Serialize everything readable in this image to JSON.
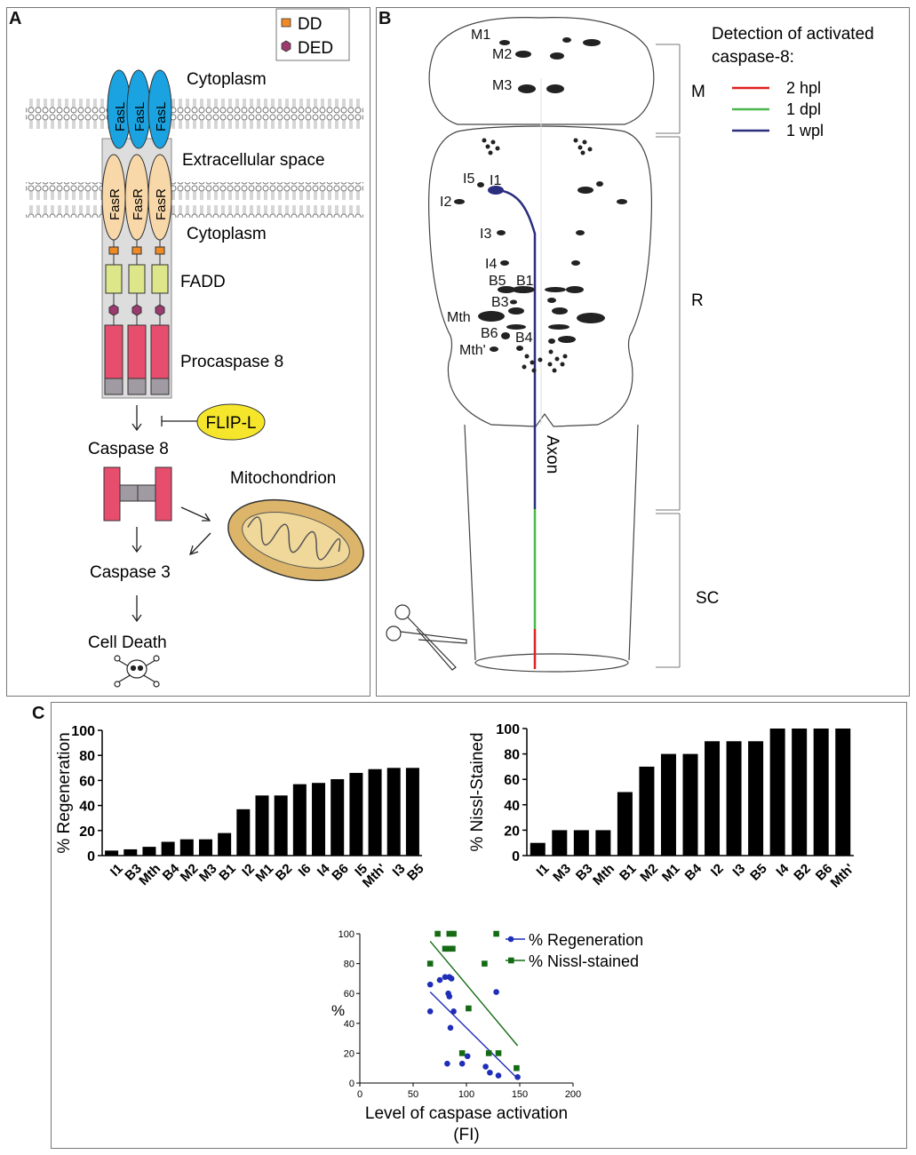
{
  "panels": {
    "a": "A",
    "b": "B",
    "c": "C"
  },
  "panel_a": {
    "legend": {
      "dd": "DD",
      "ded": "DED"
    },
    "receptor_ligand": "FasL",
    "receptor": "FasR",
    "labels": {
      "cytoplasm_top": "Cytoplasm",
      "extracellular": "Extracellular space",
      "cytoplasm_bottom": "Cytoplasm",
      "fadd": "FADD",
      "procaspase": "Procaspase 8",
      "flip": "FLIP-L",
      "caspase8": "Caspase 8",
      "mitochondrion": "Mitochondrion",
      "caspase3": "Caspase 3",
      "cell_death": "Cell Death"
    },
    "colors": {
      "fasl": "#1aa3e0",
      "fasr": "#f8d7a8",
      "dd": "#f08a24",
      "ded": "#9b3a6e",
      "fadd": "#dde689",
      "procaspase": "#e74e6e",
      "flip": "#f5e62b",
      "mitochondrion": "#dcb56a"
    }
  },
  "panel_b": {
    "legend_title_1": "Detection of  activated",
    "legend_title_2": "caspase-8:",
    "legend": [
      {
        "label": "2 hpl",
        "color": "#e02020"
      },
      {
        "label": "1 dpl",
        "color": "#4cb84c"
      },
      {
        "label": "1 wpl",
        "color": "#2b2d7e"
      }
    ],
    "regions": {
      "m": "M",
      "r": "R",
      "sc": "SC"
    },
    "axon": "Axon",
    "neurons": {
      "m1": "M1",
      "m2": "M2",
      "m3": "M3",
      "i5": "I5",
      "i1": "I1",
      "i2": "I2",
      "i3": "I3",
      "i4": "I4",
      "b5": "B5",
      "b1": "B1",
      "b3": "B3",
      "mth": "Mth",
      "b6": "B6",
      "b4": "B4",
      "mthp": "Mth'"
    }
  },
  "chart_data": [
    {
      "type": "bar",
      "ylabel": "% Regeneration",
      "ylim": [
        0,
        100
      ],
      "yticks": [
        "0",
        "20",
        "40",
        "60",
        "80",
        "100"
      ],
      "categories": [
        "I1",
        "B3",
        "Mth",
        "B4",
        "M2",
        "M3",
        "B1",
        "I2",
        "M1",
        "B2",
        "I6",
        "I4",
        "B6",
        "I5",
        "Mth'",
        "I3",
        "B5"
      ],
      "values": [
        4,
        5,
        7,
        11,
        13,
        13,
        18,
        37,
        48,
        48,
        57,
        58,
        61,
        66,
        69,
        70,
        70
      ]
    },
    {
      "type": "bar",
      "ylabel": "% Nissl-Stained",
      "ylim": [
        0,
        100
      ],
      "yticks": [
        "0",
        "20",
        "40",
        "60",
        "80",
        "100"
      ],
      "categories": [
        "I1",
        "M3",
        "B3",
        "Mth",
        "B1",
        "M2",
        "M1",
        "B4",
        "I2",
        "I3",
        "B5",
        "I4",
        "B2",
        "B6",
        "Mth'"
      ],
      "values": [
        10,
        20,
        20,
        20,
        50,
        70,
        80,
        80,
        90,
        90,
        90,
        100,
        100,
        100,
        100
      ]
    },
    {
      "type": "scatter",
      "xlabel": "Level of caspase activation",
      "xlabel2": "(FI)",
      "ylabel": "%",
      "xlim": [
        0,
        200
      ],
      "ylim": [
        0,
        100
      ],
      "xticks": [
        "0",
        "50",
        "100",
        "150",
        "200"
      ],
      "yticks": [
        "0",
        "20",
        "40",
        "60",
        "80",
        "100"
      ],
      "series": [
        {
          "name": "% Regeneration",
          "color": "#1f2db8",
          "marker": "circle",
          "points": [
            [
              66,
              66
            ],
            [
              66,
              48
            ],
            [
              75,
              69
            ],
            [
              80,
              71
            ],
            [
              84,
              71
            ],
            [
              86,
              70
            ],
            [
              83,
              60
            ],
            [
              84,
              58
            ],
            [
              88,
              48
            ],
            [
              85,
              37
            ],
            [
              82,
              13
            ],
            [
              96,
              13
            ],
            [
              101,
              18
            ],
            [
              118,
              11
            ],
            [
              122,
              7
            ],
            [
              130,
              5
            ],
            [
              128,
              61
            ],
            [
              148,
              4
            ]
          ],
          "fit": [
            [
              66,
              61
            ],
            [
              148,
              3
            ]
          ]
        },
        {
          "name": "% Nissl-stained",
          "color": "#146b14",
          "marker": "square",
          "points": [
            [
              73,
              100
            ],
            [
              84,
              100
            ],
            [
              88,
              100
            ],
            [
              80,
              90
            ],
            [
              83,
              90
            ],
            [
              87,
              90
            ],
            [
              66,
              80
            ],
            [
              117,
              80
            ],
            [
              128,
              100
            ],
            [
              102,
              50
            ],
            [
              96,
              20
            ],
            [
              121,
              20
            ],
            [
              130,
              20
            ],
            [
              147,
              10
            ]
          ],
          "fit": [
            [
              66,
              95
            ],
            [
              148,
              25
            ]
          ]
        }
      ]
    }
  ]
}
